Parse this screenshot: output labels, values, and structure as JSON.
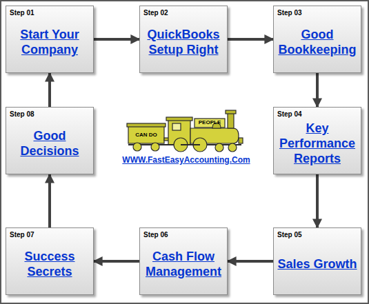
{
  "diagram": {
    "nodes": [
      {
        "text": [
          "Step 01",
          "Start Your Company"
        ]
      },
      {
        "text": [
          "Step 02",
          "QuickBooks Setup Right"
        ]
      },
      {
        "text": [
          "Step 03",
          "Good Bookkeeping"
        ]
      },
      {
        "text": [
          "Step 04",
          "Key Performance Reports"
        ]
      },
      {
        "text": [
          "Step 05",
          "Sales Growth"
        ]
      },
      {
        "text": [
          "Step 06",
          "Cash Flow Management"
        ]
      },
      {
        "text": [
          "Step 07",
          "Success Secrets"
        ]
      },
      {
        "text": [
          "Step 08",
          "Good Decisions"
        ]
      }
    ],
    "edges": [
      {
        "from": 0,
        "to": 1,
        "arrow": "to"
      },
      {
        "from": 1,
        "to": 2,
        "arrow": "to"
      },
      {
        "from": 2,
        "to": 3,
        "arrow": "to"
      },
      {
        "from": 3,
        "to": 4,
        "arrow": "to"
      },
      {
        "from": 4,
        "to": 5,
        "arrow": "to"
      },
      {
        "from": 5,
        "to": 6,
        "arrow": "to"
      },
      {
        "from": 6,
        "to": 7,
        "arrow": "to"
      },
      {
        "from": 7,
        "to": 0,
        "arrow": "to"
      }
    ],
    "labels": [
      "PEOPLE",
      "CAN DO",
      "WWW.FastEasyAccounting.Com"
    ]
  }
}
